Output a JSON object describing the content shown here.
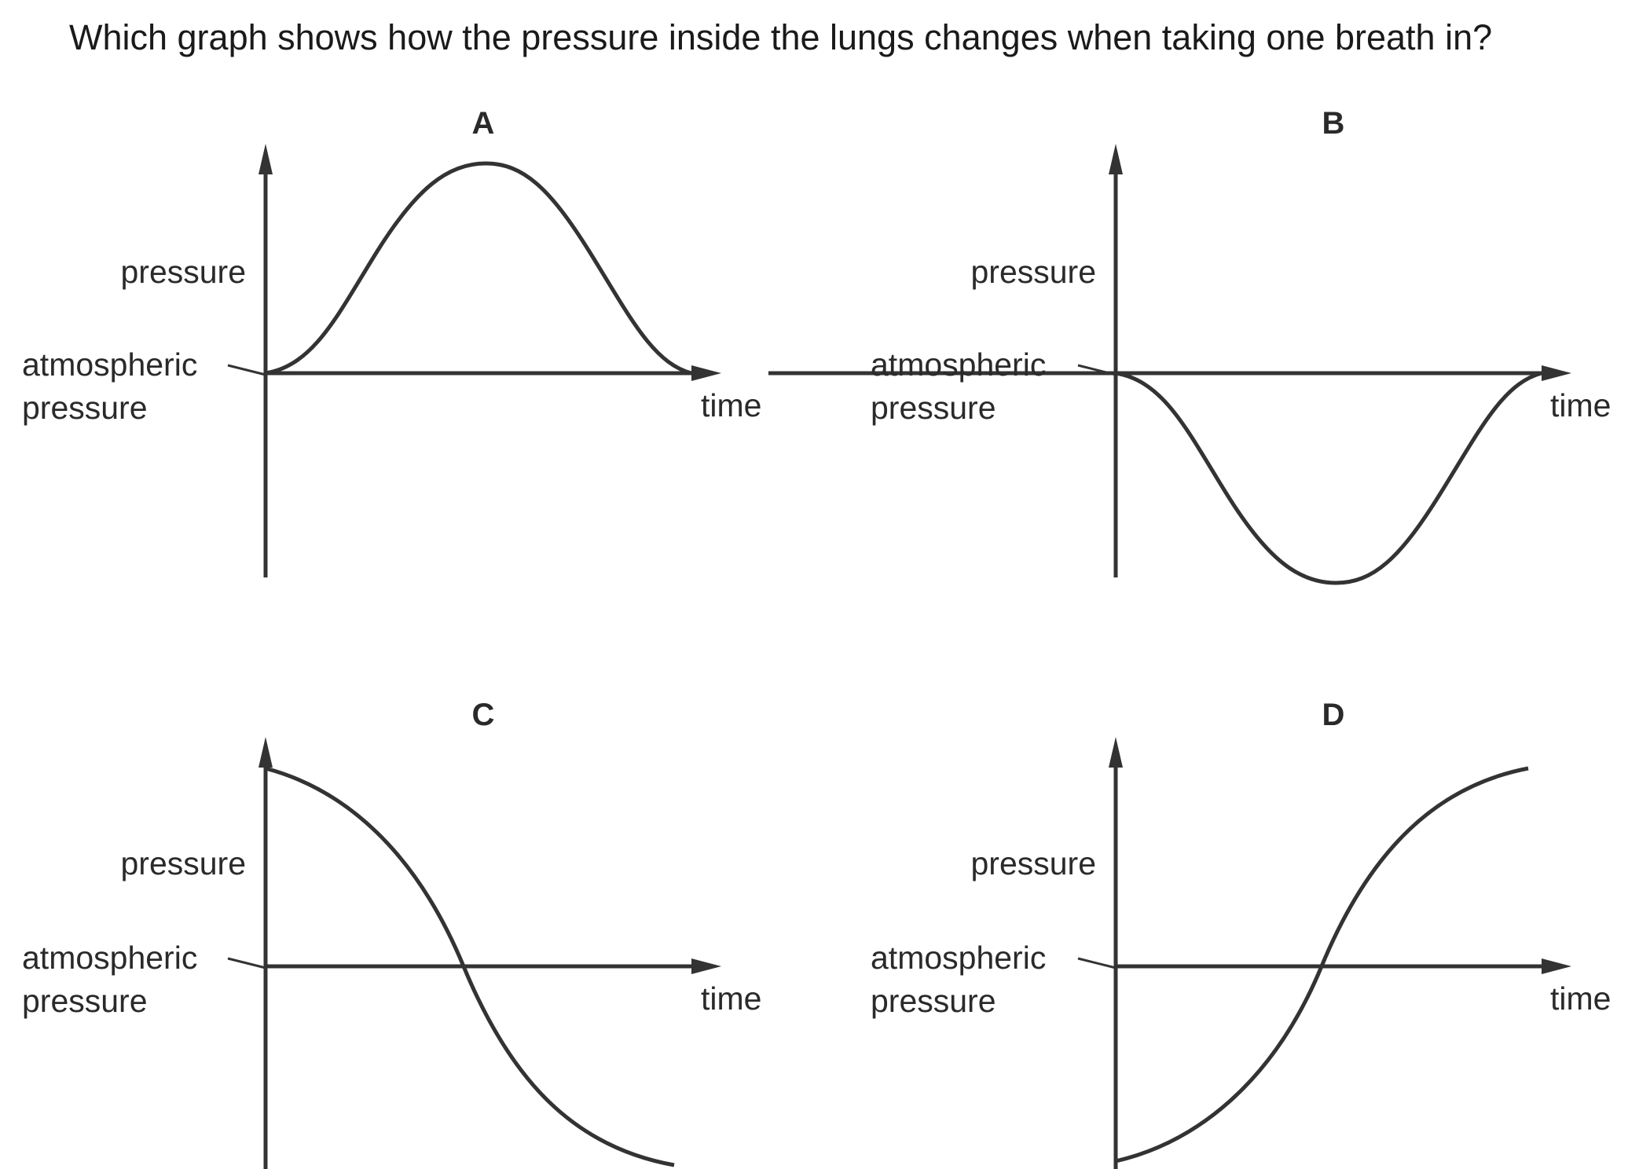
{
  "question": "Which graph shows how the pressure inside the lungs changes when taking one breath in?",
  "options": [
    {
      "letter": "A",
      "y_label": "pressure",
      "baseline_label_line1": "atmospheric",
      "baseline_label_line2": "pressure",
      "x_label": "time",
      "curve": "rise-and-fall"
    },
    {
      "letter": "B",
      "y_label": "pressure",
      "baseline_label_line1": "atmospheric",
      "baseline_label_line2": "pressure",
      "x_label": "time",
      "curve": "fall-and-rise"
    },
    {
      "letter": "C",
      "y_label": "pressure",
      "baseline_label_line1": "atmospheric",
      "baseline_label_line2": "pressure",
      "x_label": "time",
      "curve": "high-to-low"
    },
    {
      "letter": "D",
      "y_label": "pressure",
      "baseline_label_line1": "atmospheric",
      "baseline_label_line2": "pressure",
      "x_label": "time",
      "curve": "low-to-high"
    }
  ]
}
